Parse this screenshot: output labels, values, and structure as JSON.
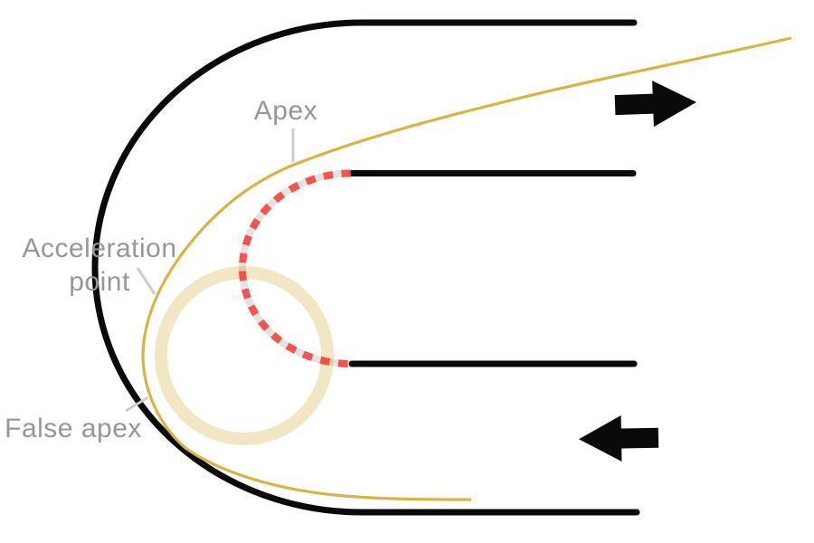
{
  "diagram": {
    "type": "racing-line-hairpin-corner",
    "background": "#ffffff",
    "labels": {
      "apex": "Apex",
      "acceleration_line1": "Acceleration",
      "acceleration_line2": "point",
      "false_apex": "False apex"
    },
    "arrows": {
      "top": {
        "direction": "right"
      },
      "bottom": {
        "direction": "left"
      }
    },
    "colors": {
      "track_boundary": "#0a0a0a",
      "racing_line": "#d8b442",
      "apex_curb_red": "#f5443a",
      "apex_curb_gap_gray": "#e3e3e3",
      "highlight_ring": "#f1e7c5",
      "label_text": "#979797",
      "leader_line": "#cdcdcd",
      "arrow_fill": "#0a0a0a"
    }
  }
}
